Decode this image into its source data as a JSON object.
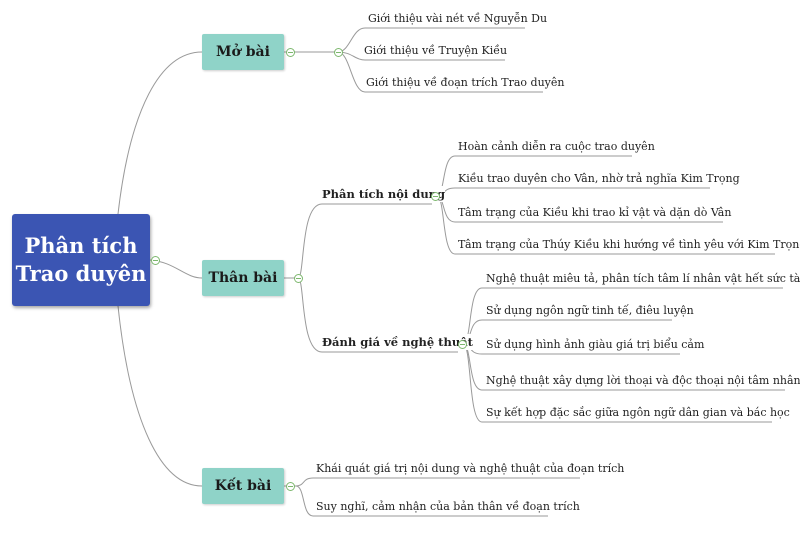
{
  "root": {
    "line1": "Phân tích",
    "line2": "Trao duyên"
  },
  "branches": [
    {
      "label": "Mở bài",
      "leaves": [
        "Giới thiệu vài nét về Nguyễn Du",
        "Giới thiệu về Truyện Kiều",
        "Giới thiệu về đoạn trích Trao duyên"
      ]
    },
    {
      "label": "Thân bài",
      "subs": [
        {
          "label": "Phân tích nội dung",
          "leaves": [
            "Hoàn cảnh diễn ra cuộc trao duyên",
            "Kiều trao duyên cho Vân, nhờ trả nghĩa Kim Trọng",
            "Tâm trạng của Kiều khi trao kỉ vật và dặn dò Vân",
            "Tâm trạng của Thúy Kiều khi hướng về tình yêu với Kim Trọng"
          ]
        },
        {
          "label": "Đánh giá về nghệ thuật",
          "leaves": [
            "Nghệ thuật miêu tả, phân tích tâm lí nhân vật hết sức tài tình",
            "Sử dụng ngôn ngữ tinh tế, điêu luyện",
            "Sử dụng hình ảnh giàu giá trị biểu cảm",
            "Nghệ thuật xây dựng lời thoại và độc thoại nội tâm nhân vật",
            "Sự kết hợp đặc sắc giữa ngôn ngữ dân gian và bác học"
          ]
        }
      ]
    },
    {
      "label": "Kết bài",
      "leaves": [
        "Khái quát giá trị nội dung và nghệ thuật của đoạn trích",
        "Suy nghĩ, cảm nhận của bản thân về đoạn trích"
      ]
    }
  ]
}
